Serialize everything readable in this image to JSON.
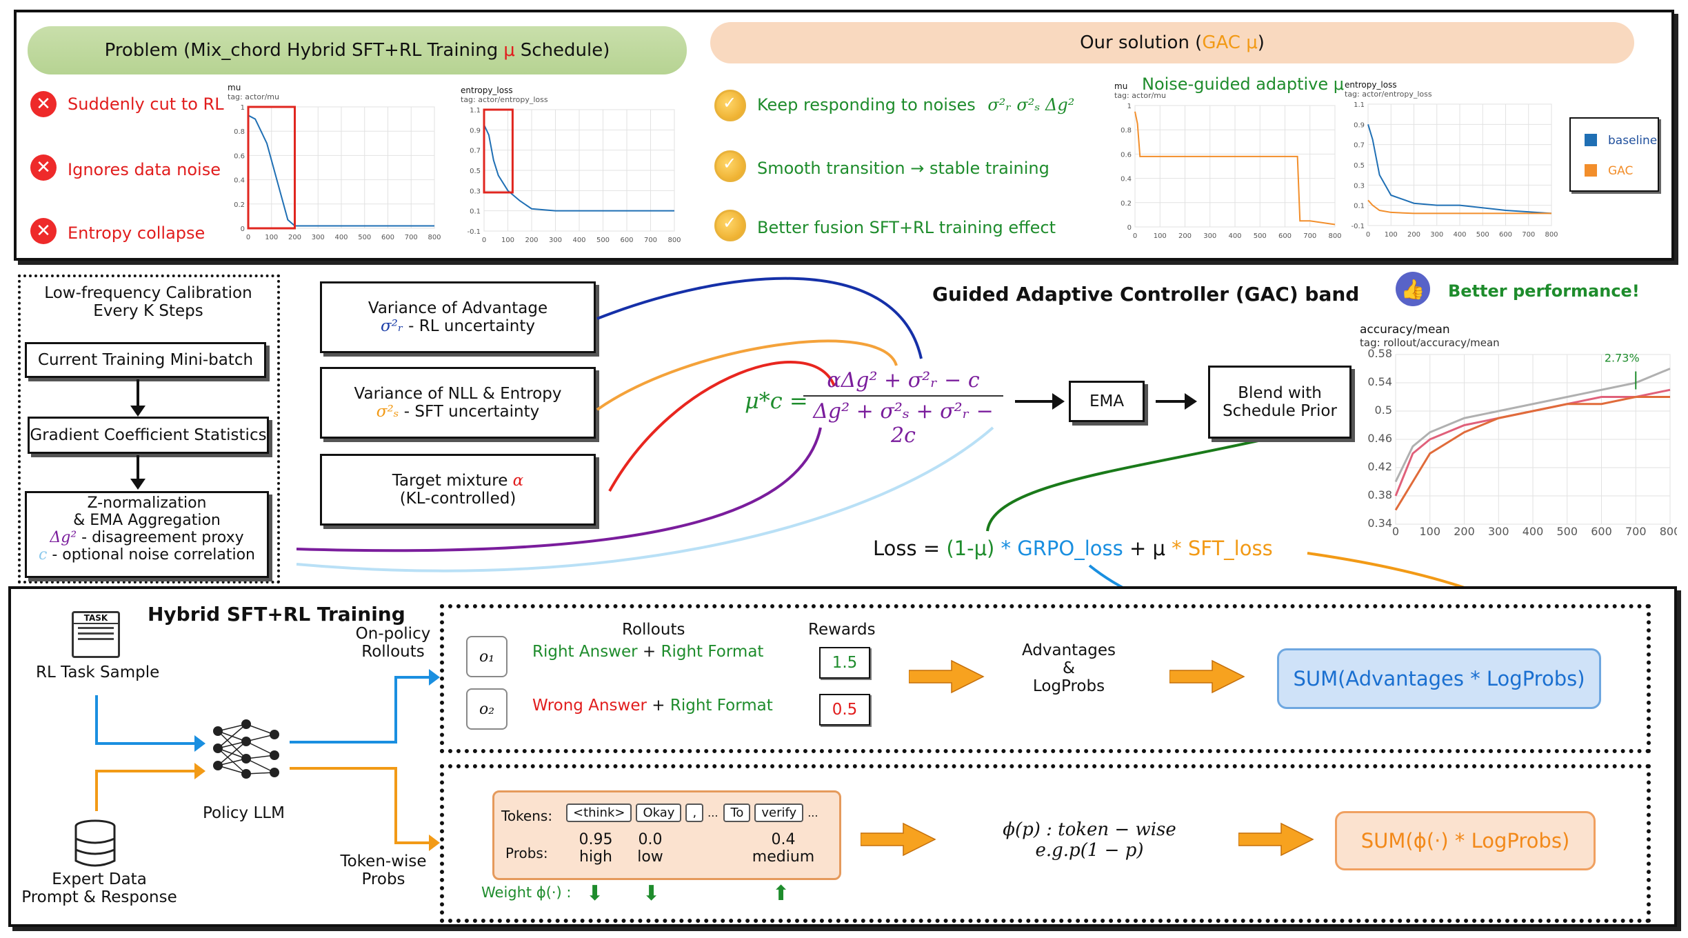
{
  "top": {
    "problem_header": "Problem (Mix_chord Hybrid SFT+RL Training",
    "problem_mu": "μ",
    "problem_suffix": "Schedule)",
    "problems": [
      "Suddenly cut to RL",
      "Ignores data noise",
      "Entropy collapse"
    ],
    "solution_header": "Our solution (",
    "solution_gac": "GAC μ",
    "solution_close": ")",
    "solutions": [
      {
        "text": "Keep responding to noises",
        "math": "σ²ᵣ σ²ₛ Δg²"
      },
      {
        "text": "Smooth transition → stable training",
        "math": ""
      },
      {
        "text": "Better fusion SFT+RL training effect",
        "math": ""
      }
    ],
    "noise_guided": "Noise-guided adaptive μ",
    "legend": {
      "baseline": "baseline",
      "gac": "GAC"
    },
    "colors": {
      "baseline": "#1f6fb4",
      "gac": "#f28e2b",
      "red": "#e11d1d",
      "green": "#1e8c2c"
    }
  },
  "charts": {
    "mu1": {
      "title": "mu",
      "tag": "tag: actor/mu",
      "yticks": [
        "1",
        "0.8",
        "0.6",
        "0.4",
        "0.2",
        "0"
      ],
      "xticks": [
        "0",
        "100",
        "200",
        "300",
        "400",
        "500",
        "600",
        "700",
        "800"
      ]
    },
    "ent1": {
      "title": "entropy_loss",
      "tag": "tag: actor/entropy_loss",
      "yticks": [
        "1.1",
        "0.9",
        "0.7",
        "0.5",
        "0.3",
        "0.1",
        "-0.1"
      ],
      "xticks": [
        "0",
        "100",
        "200",
        "300",
        "400",
        "500",
        "600",
        "700",
        "800"
      ]
    },
    "mu2": {
      "title": "mu",
      "tag": "tag: actor/mu",
      "yticks": [
        "1",
        "0.8",
        "0.6",
        "0.4",
        "0.2",
        "0"
      ],
      "xticks": [
        "0",
        "100",
        "200",
        "300",
        "400",
        "500",
        "600",
        "700",
        "800"
      ]
    },
    "ent2": {
      "title": "entropy_loss",
      "tag": "tag: actor/entropy_loss",
      "yticks": [
        "1.1",
        "0.9",
        "0.7",
        "0.5",
        "0.3",
        "0.1",
        "-0.1"
      ],
      "xticks": [
        "0",
        "100",
        "200",
        "300",
        "400",
        "500",
        "600",
        "700",
        "800"
      ]
    },
    "acc": {
      "title": "accuracy/mean",
      "tag": "tag: rollout/accuracy/mean",
      "yticks": [
        "0.58",
        "0.54",
        "0.5",
        "0.46",
        "0.42",
        "0.38",
        "0.34"
      ],
      "xticks": [
        "0",
        "100",
        "200",
        "300",
        "400",
        "500",
        "600",
        "700",
        "800"
      ],
      "gain": "2.73%"
    }
  },
  "chart_data": [
    {
      "type": "line",
      "title": "mu",
      "ylabel": "",
      "xlabel": "",
      "xlim": [
        0,
        800
      ],
      "ylim": [
        0,
        1
      ],
      "series": [
        {
          "x": [
            0,
            30,
            80,
            130,
            170,
            200,
            300,
            500,
            800
          ],
          "y": [
            0.93,
            0.9,
            0.7,
            0.35,
            0.07,
            0.02,
            0.02,
            0.02,
            0.02
          ]
        }
      ]
    },
    {
      "type": "line",
      "title": "entropy_loss",
      "xlim": [
        0,
        800
      ],
      "ylim": [
        -0.1,
        1.1
      ],
      "series": [
        {
          "x": [
            0,
            20,
            40,
            60,
            100,
            150,
            200,
            300,
            400,
            500,
            600,
            700,
            800
          ],
          "y": [
            0.95,
            0.85,
            0.6,
            0.45,
            0.3,
            0.2,
            0.12,
            0.1,
            0.1,
            0.1,
            0.1,
            0.1,
            0.1
          ]
        }
      ]
    },
    {
      "type": "line",
      "title": "mu",
      "xlim": [
        0,
        800
      ],
      "ylim": [
        0,
        1
      ],
      "series": [
        {
          "x": [
            0,
            10,
            20,
            100,
            300,
            500,
            650,
            660,
            700,
            800
          ],
          "y": [
            0.95,
            0.85,
            0.58,
            0.58,
            0.58,
            0.58,
            0.58,
            0.05,
            0.05,
            0.02
          ]
        }
      ]
    },
    {
      "type": "line",
      "title": "entropy_loss",
      "xlim": [
        0,
        800
      ],
      "ylim": [
        -0.1,
        1.1
      ],
      "series": [
        {
          "name": "baseline",
          "x": [
            0,
            20,
            50,
            100,
            200,
            300,
            400,
            600,
            800
          ],
          "y": [
            0.9,
            0.75,
            0.4,
            0.2,
            0.12,
            0.1,
            0.1,
            0.05,
            0.02
          ]
        },
        {
          "name": "GAC",
          "x": [
            0,
            20,
            50,
            100,
            200,
            300,
            400,
            600,
            800
          ],
          "y": [
            0.15,
            0.1,
            0.05,
            0.03,
            0.02,
            0.02,
            0.02,
            0.02,
            0.02
          ]
        }
      ]
    },
    {
      "type": "line",
      "title": "accuracy/mean",
      "xlim": [
        0,
        800
      ],
      "ylim": [
        0.34,
        0.58
      ],
      "series": [
        {
          "x": [
            0,
            50,
            100,
            200,
            300,
            400,
            500,
            600,
            700,
            800
          ],
          "y": [
            0.4,
            0.45,
            0.47,
            0.49,
            0.5,
            0.51,
            0.52,
            0.53,
            0.54,
            0.56
          ]
        },
        {
          "x": [
            0,
            50,
            100,
            200,
            300,
            400,
            500,
            600,
            700,
            800
          ],
          "y": [
            0.38,
            0.44,
            0.46,
            0.48,
            0.49,
            0.5,
            0.51,
            0.52,
            0.52,
            0.53
          ]
        },
        {
          "x": [
            0,
            50,
            100,
            200,
            300,
            400,
            500,
            600,
            700,
            800
          ],
          "y": [
            0.36,
            0.4,
            0.44,
            0.47,
            0.49,
            0.5,
            0.51,
            0.51,
            0.52,
            0.52
          ]
        }
      ]
    }
  ],
  "left": {
    "calib": [
      "Low-frequency Calibration",
      "Every K Steps"
    ],
    "mini_batch": "Current Training Mini-batch",
    "grad_stats": "Gradient Coefficient Statistics",
    "znorm": [
      "Z-normalization",
      "& EMA Aggregation"
    ],
    "dg_math": "Δg²",
    "dg_text": " - disagreement proxy",
    "c_math": "c",
    "c_text": " - optional noise correlation"
  },
  "mid": {
    "var_adv": "Variance of Advantage",
    "var_adv_math": "σ²ᵣ",
    "var_adv_sub": " - RL uncertainty",
    "var_nll": "Variance of NLL & Entropy",
    "var_nll_math": "σ²ₛ",
    "var_nll_sub": " - SFT uncertainty",
    "target": "Target mixture",
    "target_math": "α",
    "target_sub": "(KL-controlled)"
  },
  "formula": {
    "lhs": "μ*c =",
    "num": "αΔg² + σ²ᵣ − c",
    "den": "Δg² + σ²ₛ + σ²ᵣ − 2c"
  },
  "gac": {
    "title": "Guided Adaptive Controller (GAC) band",
    "ema": "EMA",
    "blend": [
      "Blend with",
      "Schedule Prior"
    ],
    "better": "Better performance!"
  },
  "loss": {
    "prefix": "Loss = ",
    "one_minus_mu": "(1-μ)",
    "star1": " * ",
    "grpo": "GRPO_loss",
    "plus": " + μ ",
    "star2": "* ",
    "sft": "SFT_loss"
  },
  "bottom": {
    "title": "Hybrid SFT+RL Training",
    "task_icon": "TASK",
    "rl_sample": "RL Task Sample",
    "policy": "Policy LLM",
    "expert": [
      "Expert Data",
      "Prompt & Response"
    ],
    "on_policy": [
      "On-policy",
      "Rollouts"
    ],
    "token_wise": [
      "Token-wise",
      "Probs"
    ],
    "rollouts_header": "Rollouts",
    "rewards_header": "Rewards",
    "o1": "o₁",
    "o2": "o₂",
    "r1_a": "Right Answer",
    "r1_plus": " + ",
    "r1_b": "Right Format",
    "r2_a": "Wrong Answer",
    "r2_plus": " + ",
    "r2_b": "Right Format",
    "reward1": "1.5",
    "reward2": "0.5",
    "adv": [
      "Advantages",
      "&",
      "LogProbs"
    ],
    "sum_adv": "SUM(Advantages * LogProbs)",
    "tokens_label": "Tokens:",
    "tokens": [
      "<think>",
      "Okay",
      ",",
      "...",
      "To",
      "verify",
      "..."
    ],
    "probs_label": "Probs:",
    "probs": [
      {
        "v": "0.95",
        "l": "high"
      },
      {
        "v": "0.0",
        "l": "low"
      },
      {
        "v": "0.4",
        "l": "medium"
      }
    ],
    "weight": "Weight ϕ(·) :",
    "phi_formula": [
      "ϕ(p) : token − wise",
      "e.g.p(1 − p)"
    ],
    "sum_phi": "SUM(ϕ(·) * LogProbs)"
  }
}
